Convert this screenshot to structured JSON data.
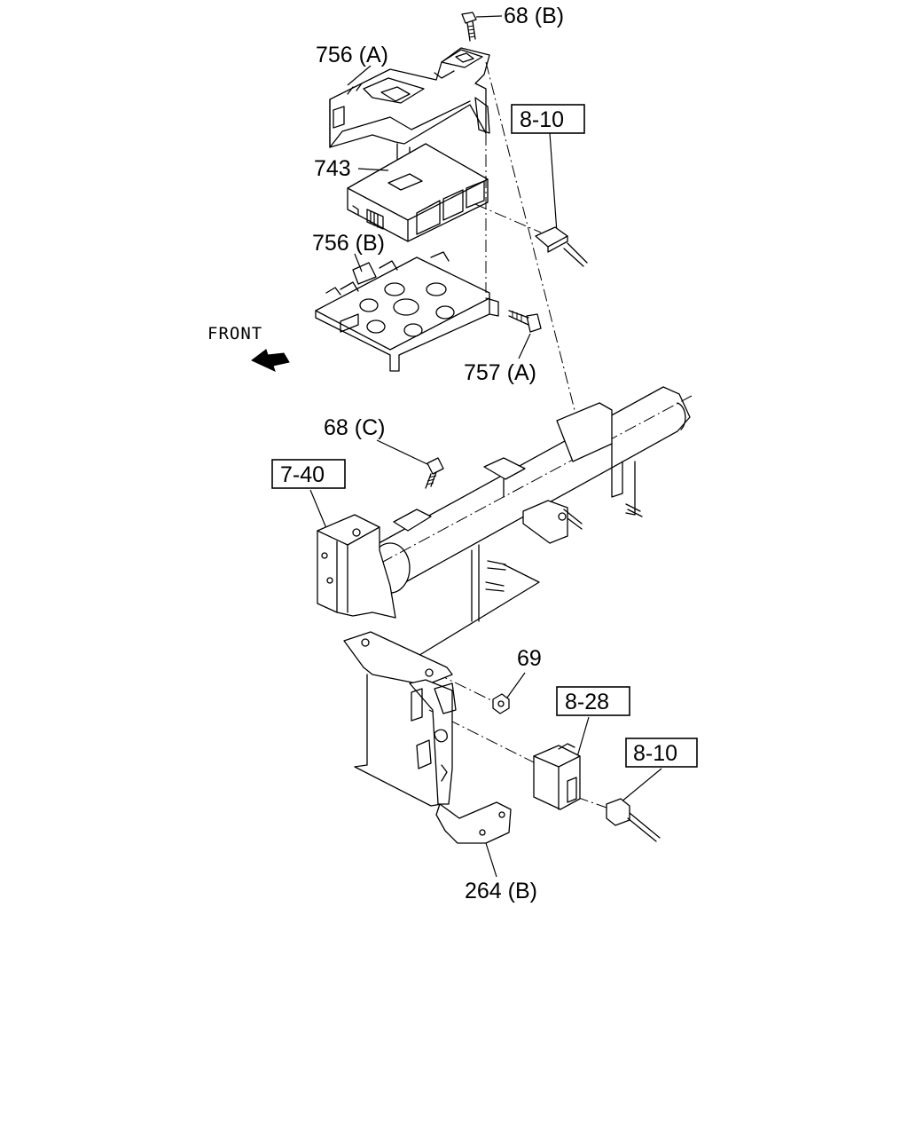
{
  "labels": {
    "bolt_68b": "68 (B)",
    "bracket_756a": "756 (A)",
    "ref_8_10_top": "8-10",
    "module_743": "743",
    "bracket_756b": "756 (B)",
    "front": "FRONT",
    "bolt_757a": "757 (A)",
    "bolt_68c": "68 (C)",
    "ref_7_40": "7-40",
    "nut_69": "69",
    "ref_8_28": "8-28",
    "ref_8_10_bottom": "8-10",
    "bracket_264b": "264 (B)"
  },
  "icons": {
    "front_arrow": "arrow-left-icon"
  }
}
